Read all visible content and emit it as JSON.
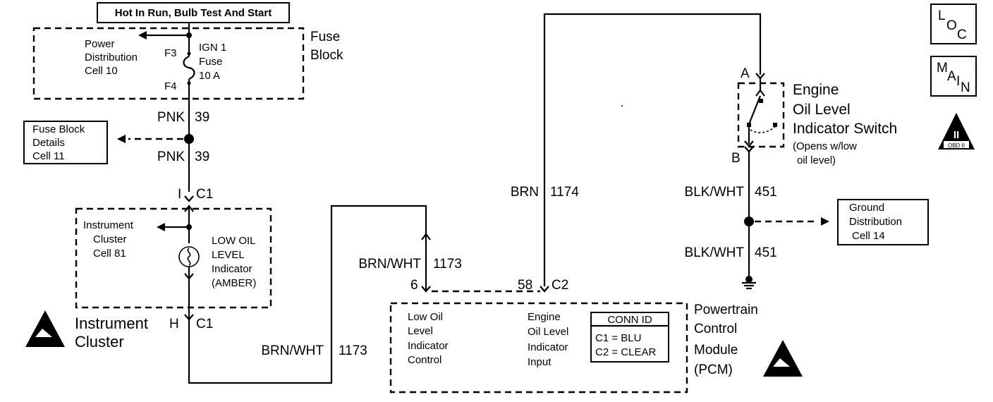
{
  "header_label": "Hot In Run, Bulb Test And Start",
  "fuse_block": {
    "title_line1": "Fuse",
    "title_line2": "Block",
    "power_dist": [
      "Power",
      "Distribution",
      "Cell 10"
    ],
    "terminal_top": "F3",
    "terminal_bottom": "F4",
    "fuse_label": [
      "IGN 1",
      "Fuse",
      "10 A"
    ]
  },
  "wires": {
    "pnk_color_a": "PNK",
    "pnk_circuit_a": "39",
    "pnk_color_b": "PNK",
    "pnk_circuit_b": "39",
    "brn_color": "BRN",
    "brn_circuit": "1174",
    "brnwht_color_upper": "BRN/WHT",
    "brnwht_circuit_upper": "1173",
    "brnwht_color_lower": "BRN/WHT",
    "brnwht_circuit_lower": "1173",
    "blkwht_color_a": "BLK/WHT",
    "blkwht_circuit_a": "451",
    "blkwht_color_b": "BLK/WHT",
    "blkwht_circuit_b": "451"
  },
  "fuse_block_details": [
    "Fuse Block",
    "Details",
    "Cell 11"
  ],
  "cluster": {
    "top_pin": "I",
    "top_conn": "C1",
    "cell_ref": [
      "Instrument",
      "Cluster",
      "Cell 81"
    ],
    "lamp_label": [
      "LOW OIL",
      "LEVEL",
      "Indicator",
      "(AMBER)"
    ],
    "bottom_pin": "H",
    "bottom_conn": "C1",
    "title": [
      "Instrument",
      "Cluster"
    ]
  },
  "pcm": {
    "pin_6": "6",
    "pin_58": "58",
    "conn_c2": "C2",
    "low_oil_label": [
      "Low Oil",
      "Level",
      "Indicator",
      "Control"
    ],
    "engine_oil_label": [
      "Engine",
      "Oil Level",
      "Indicator",
      "Input"
    ],
    "conn_id_title": "CONN ID",
    "conn_id_c1": "C1 = BLU",
    "conn_id_c2": "C2 = CLEAR",
    "title": [
      "Powertrain",
      "Control",
      "Module",
      "(PCM)"
    ]
  },
  "switch": {
    "pin_a": "A",
    "pin_b": "B",
    "title": [
      "Engine",
      "Oil Level",
      "Indicator Switch"
    ],
    "note": [
      "(Opens w/low",
      "oil level)"
    ]
  },
  "ground_distribution": [
    "Ground",
    "Distribution",
    "Cell 14"
  ],
  "icons": {
    "loc_letters": [
      "L",
      "O",
      "C"
    ],
    "main_letters": [
      "M",
      "A",
      "I",
      "N"
    ],
    "obd_numeral": "II",
    "obd_label": "OBD II"
  }
}
